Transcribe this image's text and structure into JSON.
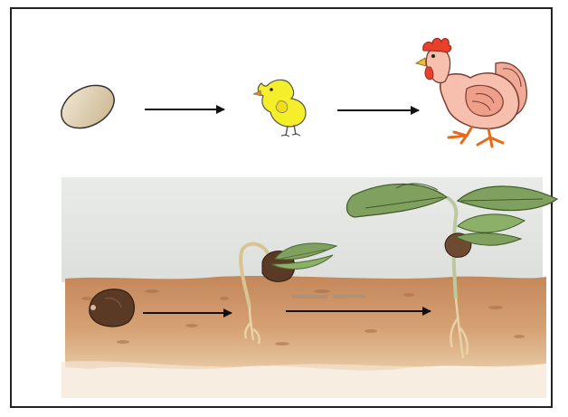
{
  "figure": {
    "rows": [
      {
        "id": "chicken-life-cycle",
        "stages": [
          {
            "id": "egg",
            "icon": "egg-icon"
          },
          {
            "id": "chick",
            "icon": "chick-icon"
          },
          {
            "id": "hen",
            "icon": "hen-icon"
          }
        ],
        "arrows": 2
      },
      {
        "id": "plant-growth",
        "stages": [
          {
            "id": "seed",
            "icon": "seed-icon"
          },
          {
            "id": "seedling",
            "icon": "seedling-icon"
          },
          {
            "id": "young-plant",
            "icon": "plant-icon"
          }
        ],
        "arrows": 2
      }
    ],
    "colors": {
      "border": "#222222",
      "egg": "#d9c9a8",
      "chick": "#f5ee2a",
      "hen": "#f4b5a6",
      "hen_comb": "#e8402a",
      "soil": "#c9956a",
      "sky": "#e3e6e2",
      "leaf": "#7fa05e",
      "seed": "#5a3a25"
    }
  }
}
